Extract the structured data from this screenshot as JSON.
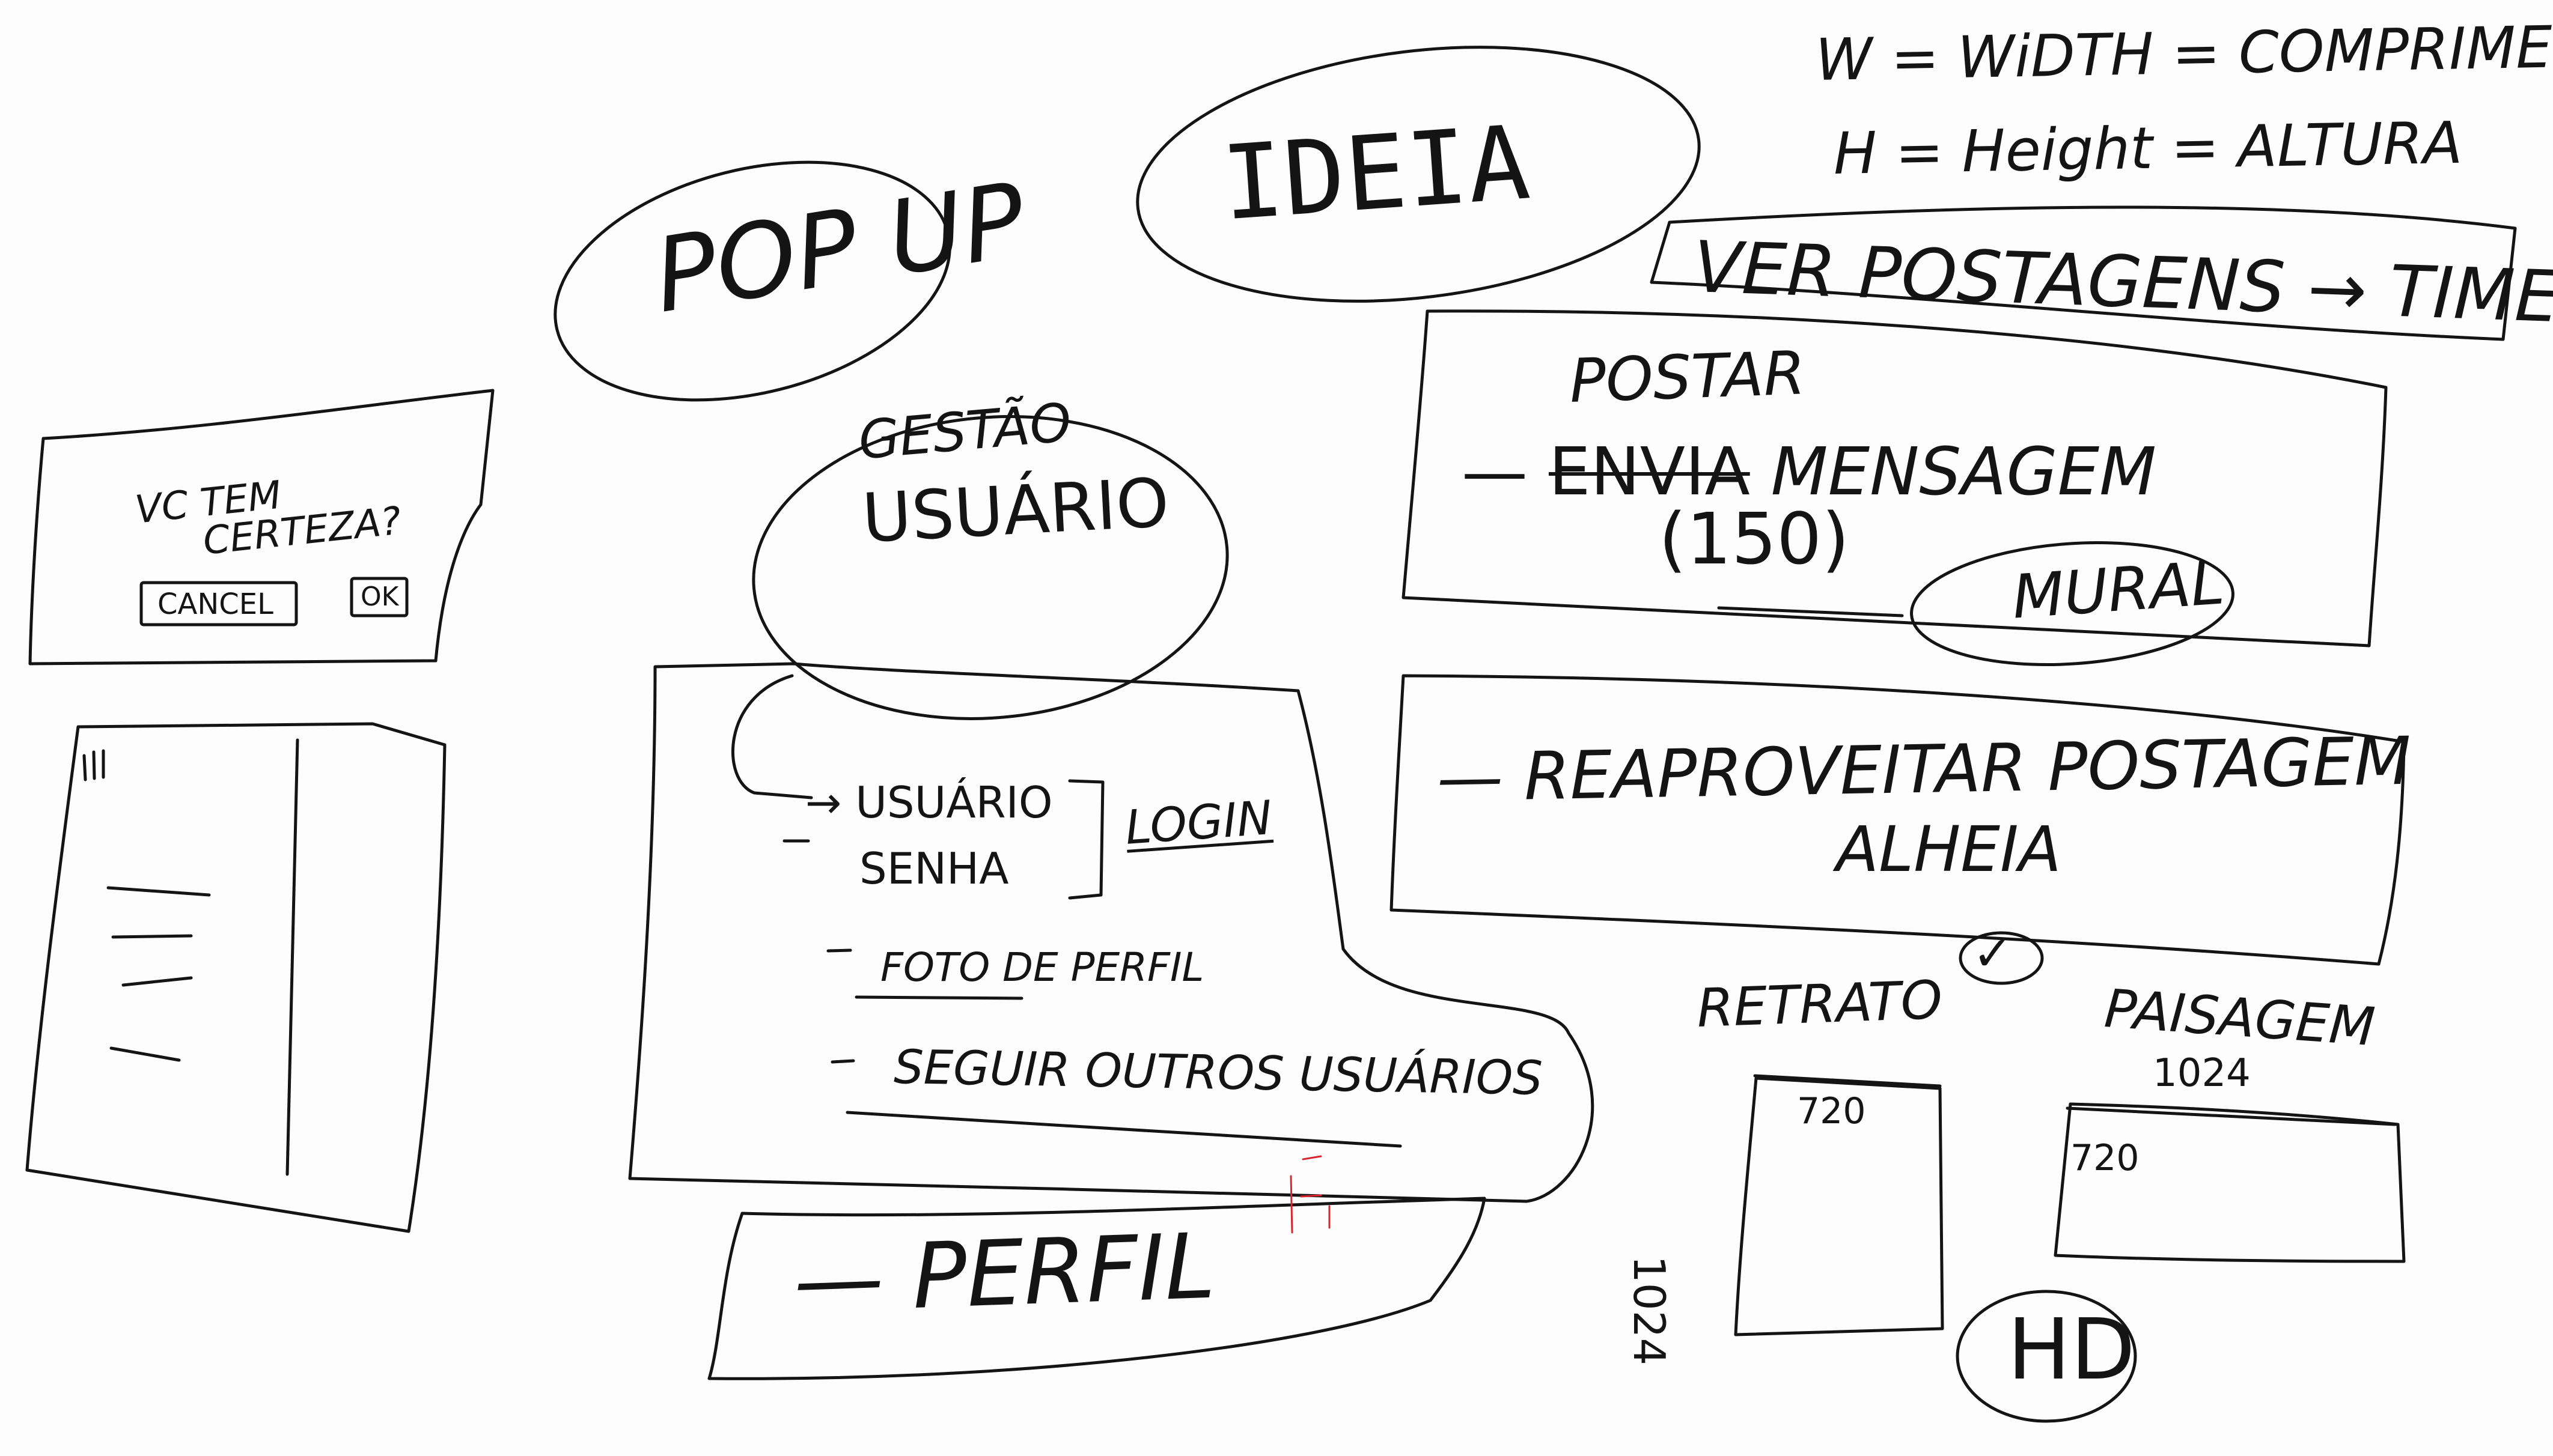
{
  "definitions": {
    "width": "W = WiDTH = COMPRIMENTO",
    "height": "H = Height = ALTURA"
  },
  "bubbles": {
    "popup": "POP UP",
    "ideia": "IDEIA",
    "gestao": "GESTÃO",
    "usuario": "USUÁRIO",
    "mural": "MURAL",
    "hd": "HD"
  },
  "popup_mock": {
    "question": "VC TEM",
    "question_line2": "CERTEZA?",
    "cancel_label": "CANCEL",
    "ok_label": "OK"
  },
  "timeline_box": {
    "label": "VER POSTAGENS",
    "arrow": "→",
    "target": "TIMELINE"
  },
  "post_box": {
    "title": "POSTAR",
    "dash": "—",
    "struck": "ENVIA",
    "message": "MENSAGEM",
    "limit": "(150)"
  },
  "reuse_box": {
    "dash": "—",
    "line1": "REAPROVEITAR POSTAGEM",
    "line2": "ALHEIA"
  },
  "user_box": {
    "user_field": "USUÁRIO",
    "password_field": "SENHA",
    "login_label": "LOGIN",
    "arrow_mark": "→",
    "dash": "—",
    "profile_photo": "FOTO DE PERFIL",
    "follow": "SEGUIR OUTROS USUÁRIOS"
  },
  "perfil_box": {
    "dash": "—",
    "label": "PERFIL"
  },
  "orientation": {
    "portrait_label": "RETRATO",
    "portrait_width": "720",
    "portrait_height": "1024",
    "landscape_label": "PAISAGEM",
    "landscape_width": "1024",
    "landscape_height": "720",
    "check_mark": "✓"
  },
  "sidebar_mock": {
    "menu_icon": "hamburger-icon"
  },
  "colors": {
    "ink": "#141414",
    "red_ink": "#d8262e",
    "board": "#fdfdfd"
  }
}
